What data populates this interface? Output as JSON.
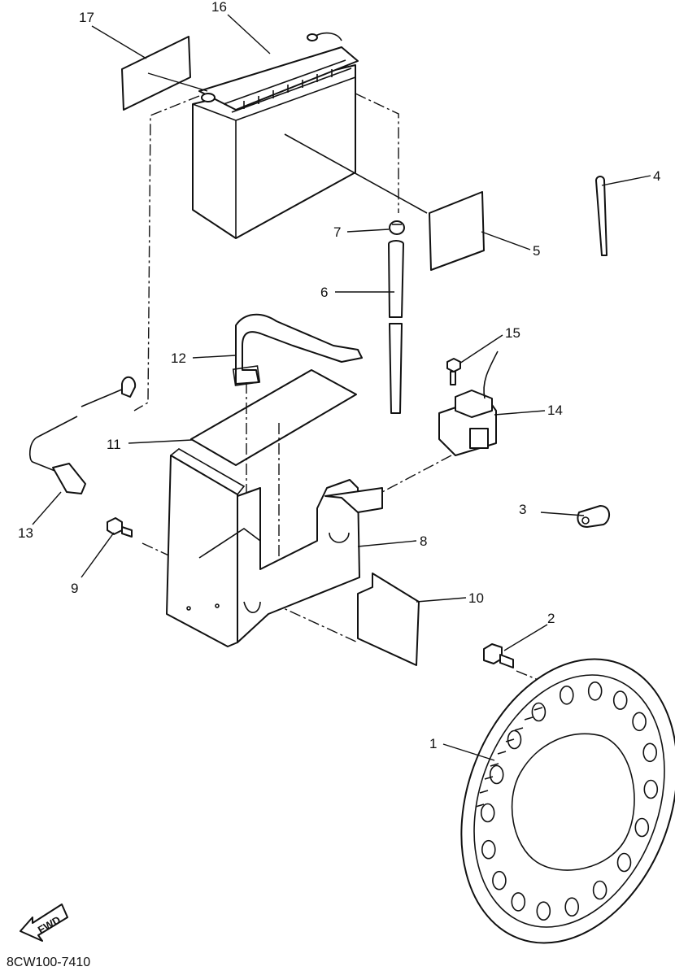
{
  "diagram": {
    "callouts": [
      {
        "id": "1",
        "text": "1"
      },
      {
        "id": "2",
        "text": "2"
      },
      {
        "id": "3",
        "text": "3"
      },
      {
        "id": "4",
        "text": "4"
      },
      {
        "id": "5",
        "text": "5"
      },
      {
        "id": "6",
        "text": "6"
      },
      {
        "id": "7",
        "text": "7"
      },
      {
        "id": "8",
        "text": "8"
      },
      {
        "id": "9",
        "text": "9"
      },
      {
        "id": "10",
        "text": "10"
      },
      {
        "id": "11",
        "text": "11"
      },
      {
        "id": "12",
        "text": "12"
      },
      {
        "id": "13",
        "text": "13"
      },
      {
        "id": "14",
        "text": "14"
      },
      {
        "id": "15",
        "text": "15"
      },
      {
        "id": "16",
        "text": "16"
      },
      {
        "id": "17",
        "text": "17"
      }
    ],
    "fwd_label": "FWD",
    "drawing_code": "8CW100-7410"
  }
}
